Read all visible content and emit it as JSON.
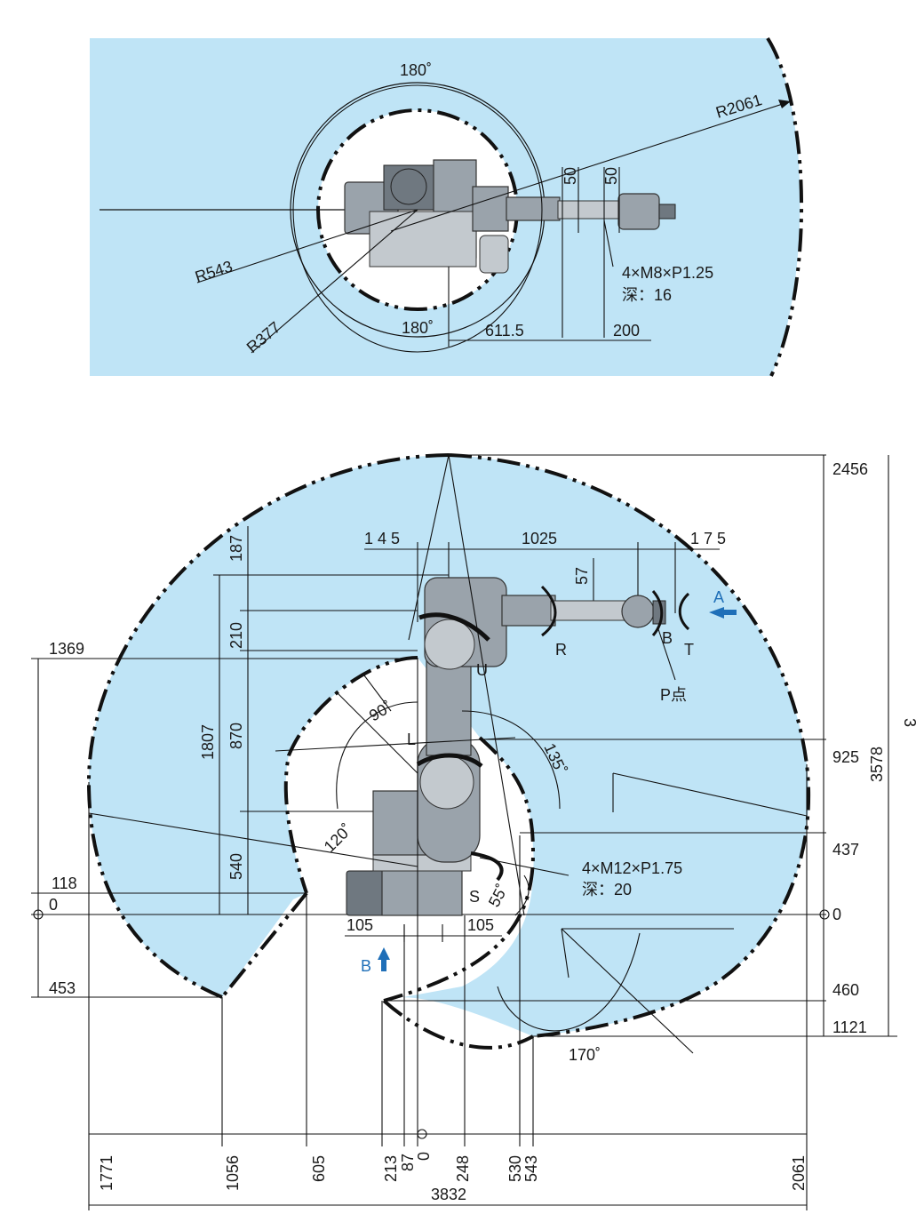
{
  "colors": {
    "workspace": "#bfe4f6",
    "arrow_blue": "#1f6fb8",
    "robot": "#9aa3ab"
  },
  "top_view": {
    "angle_top": "180˚",
    "angle_bottom": "180˚",
    "radius_outer": "R2061",
    "radius_mid": "R543",
    "radius_inner": "R377",
    "dim_50_a": "50",
    "dim_50_b": "50",
    "dim_611_5": "611.5",
    "dim_200": "200",
    "screw_spec_1": "4×M8×P1.25",
    "screw_depth_1": "深：16"
  },
  "side_view": {
    "right_dims": [
      "2456",
      "925",
      "437",
      "0",
      "460",
      "1121"
    ],
    "total_height": "3578",
    "left_dims": [
      "1369",
      "118",
      "0",
      "453"
    ],
    "vertical_dims": {
      "d187": "187",
      "d210": "210",
      "d870": "870",
      "d540": "540",
      "d1807": "1807"
    },
    "top_dims": {
      "d145": "1 4 5",
      "d1025": "1025",
      "d175": "1 7 5",
      "d57": "57"
    },
    "bottom_dims": [
      "1771",
      "1056",
      "605",
      "213",
      "87",
      "0",
      "248",
      "530",
      "543",
      "2061"
    ],
    "total_width": "3832",
    "base_dims": {
      "left": "105",
      "right": "105"
    },
    "angles": {
      "a90": "90˚",
      "a135": "135˚",
      "a120": "120˚",
      "a55": "55˚",
      "a170": "170˚"
    },
    "axes": {
      "R": "R",
      "B": "B",
      "T": "T",
      "U": "U",
      "L": "L",
      "S": "S",
      "A": "A",
      "B_arrow": "B"
    },
    "p_point": "P点",
    "screw_spec_2": "4×M12×P1.75",
    "screw_depth_2": "深：20",
    "right_edge_label": "3"
  }
}
